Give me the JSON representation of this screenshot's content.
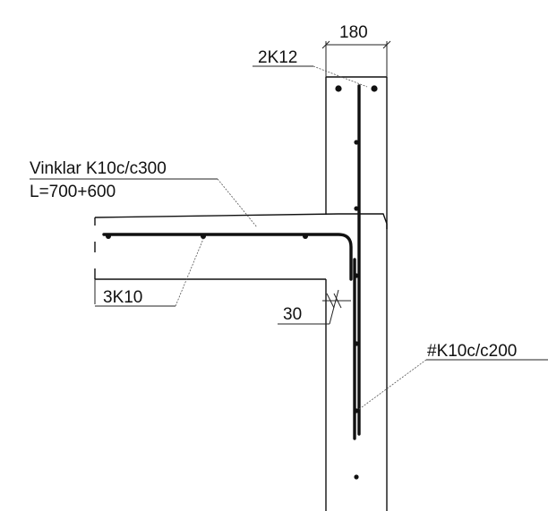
{
  "labels": {
    "wall_width": "180",
    "top_bars": "2K12",
    "stirrups_line1": "Vinklar K10c/c300",
    "stirrups_line2": "L=700+600",
    "slab_bars": "3K10",
    "cover": "30",
    "wall_mesh": "#K10c/c200"
  },
  "colors": {
    "line": "#111111",
    "background": "#ffffff"
  }
}
